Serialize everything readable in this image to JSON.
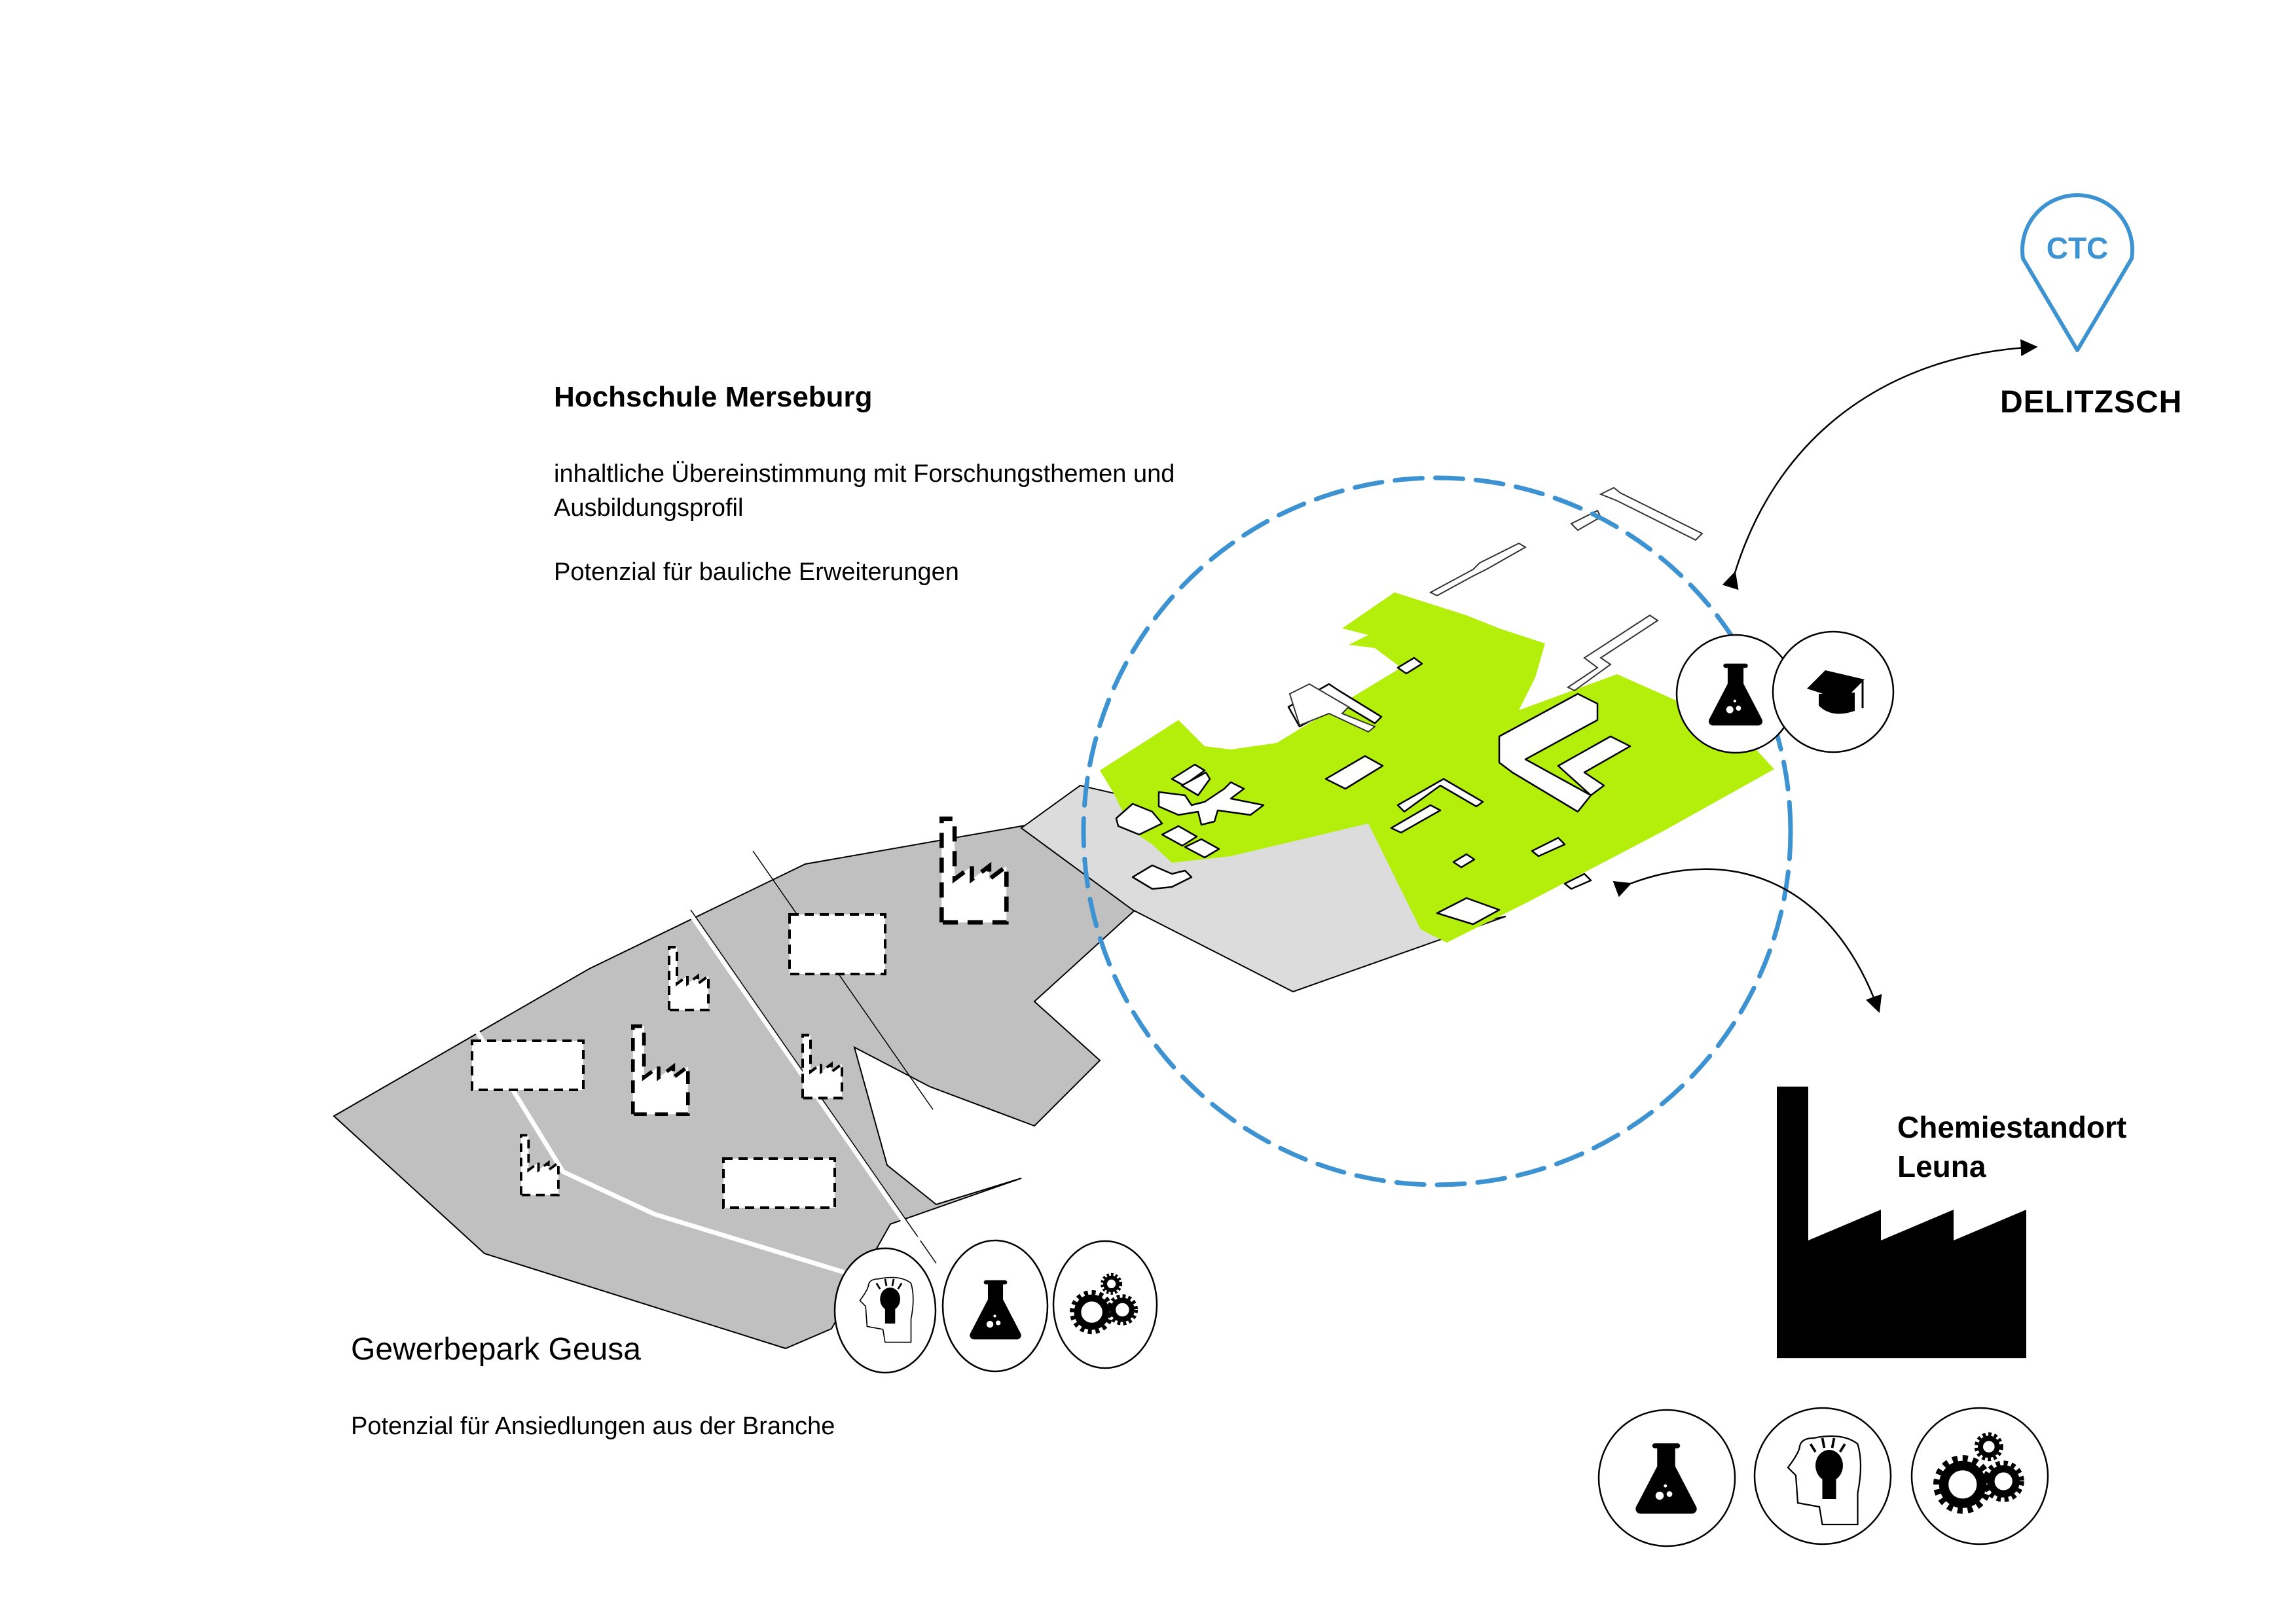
{
  "colors": {
    "accent_blue": "#3d93d1",
    "campus_green": "#b3ef0a",
    "park_grey": "#c0c0c0",
    "campus_grey": "#dcdcdc",
    "ink": "#000000"
  },
  "hochschule": {
    "title": "Hochschule Merseburg",
    "line1": "inhaltliche Übereinstimmung mit Forschungsthemen und",
    "line2": "Ausbildungsprofil",
    "line3": "Potenzial für bauliche Erweiterungen",
    "icons": [
      "flask-icon",
      "graduation-cap-icon"
    ]
  },
  "ctc": {
    "pin_label": "CTC",
    "city": "DELITZSCH",
    "icon": "map-pin-icon"
  },
  "leuna": {
    "title_line1": "Chemiestandort",
    "title_line2": "Leuna",
    "icon": "factory-icon",
    "icons": [
      "flask-icon",
      "head-lightbulb-icon",
      "gears-icon"
    ]
  },
  "gewerbepark": {
    "title": "Gewerbepark Geusa",
    "subtitle": "Potenzial für Ansiedlungen aus der Branche",
    "icons": [
      "head-lightbulb-icon",
      "flask-icon",
      "gears-icon"
    ],
    "planned_factory_count": 8
  }
}
